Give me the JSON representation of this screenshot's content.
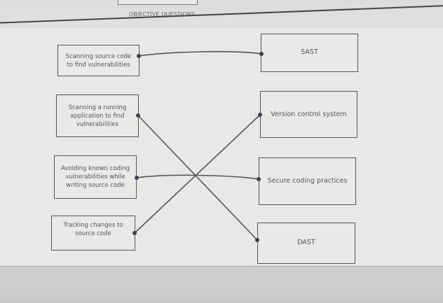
{
  "heading": "OBJECTIVE QUESTIONS",
  "left_items": [
    {
      "label": "Scanning source code to find vulnerabilities"
    },
    {
      "label": "Scanning a running application to find vulnerabilities"
    },
    {
      "label": "Avoiding known coding vulnerabilities while writing source code"
    },
    {
      "label": "Tracking changes to source code"
    }
  ],
  "right_items": [
    {
      "label": "SAST"
    },
    {
      "label": "Version control system"
    },
    {
      "label": "Secure coding practices"
    },
    {
      "label": "DAST"
    }
  ],
  "connections": [
    [
      0,
      0
    ],
    [
      1,
      3
    ],
    [
      2,
      2
    ],
    [
      3,
      1
    ]
  ],
  "colors": {
    "line": "#555555",
    "dot": "#3a4150",
    "border": "#555555"
  }
}
